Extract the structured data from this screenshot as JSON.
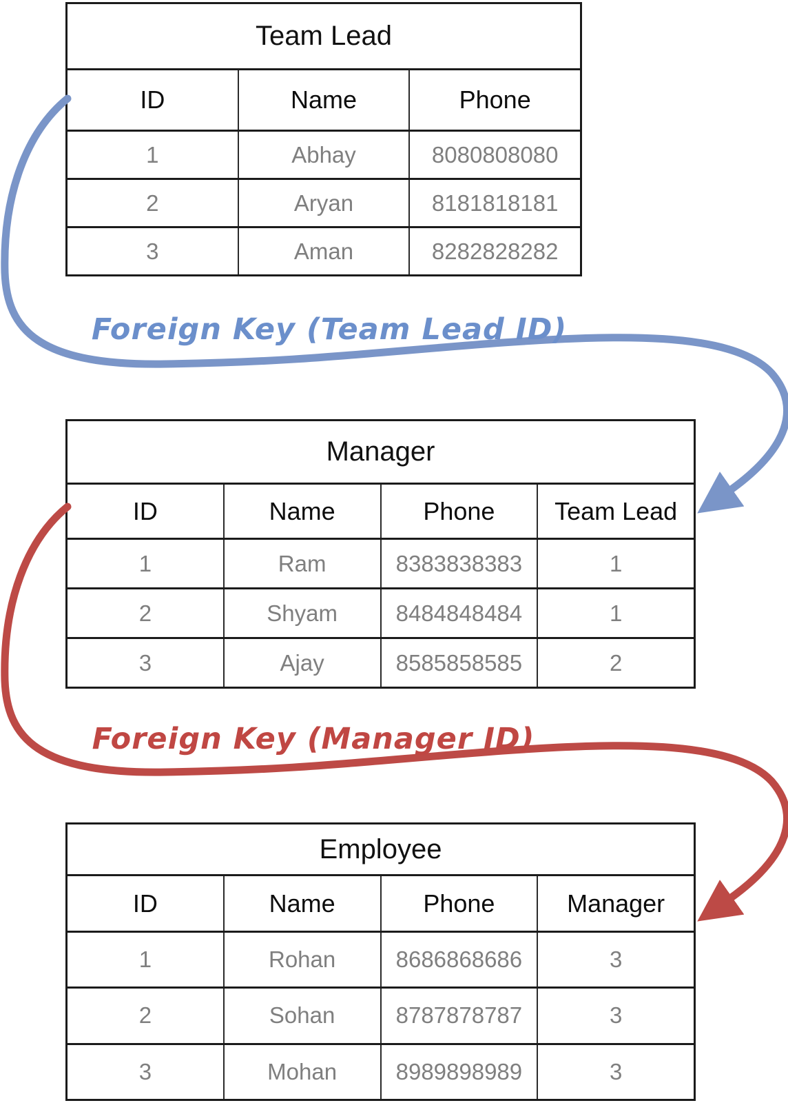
{
  "diagram": {
    "tables": [
      {
        "title": "Team Lead",
        "columns": [
          "ID",
          "Name",
          "Phone"
        ],
        "rows": [
          [
            "1",
            "Abhay",
            "8080808080"
          ],
          [
            "2",
            "Aryan",
            "8181818181"
          ],
          [
            "3",
            "Aman",
            "8282828282"
          ]
        ]
      },
      {
        "title": "Manager",
        "columns": [
          "ID",
          "Name",
          "Phone",
          "Team Lead"
        ],
        "rows": [
          [
            "1",
            "Ram",
            "8383838383",
            "1"
          ],
          [
            "2",
            "Shyam",
            "8484848484",
            "1"
          ],
          [
            "3",
            "Ajay",
            "8585858585",
            "2"
          ]
        ]
      },
      {
        "title": "Employee",
        "columns": [
          "ID",
          "Name",
          "Phone",
          "Manager"
        ],
        "rows": [
          [
            "1",
            "Rohan",
            "8686868686",
            "3"
          ],
          [
            "2",
            "Sohan",
            "8787878787",
            "3"
          ],
          [
            "3",
            "Mohan",
            "8989898989",
            "3"
          ]
        ]
      }
    ],
    "arrows": [
      {
        "label": "Foreign Key (Team Lead ID)",
        "stroke_color": "#7A95C8",
        "text_color": "#6B8FCB"
      },
      {
        "label": "Foreign Key (Manager ID)",
        "stroke_color": "#BD4A46",
        "text_color": "#C04743"
      }
    ],
    "colors": {
      "background": "#ffffff",
      "table_border": "#1b1b1b",
      "header_text": "#0d0d0d",
      "data_text": "#7f7f7f"
    }
  }
}
